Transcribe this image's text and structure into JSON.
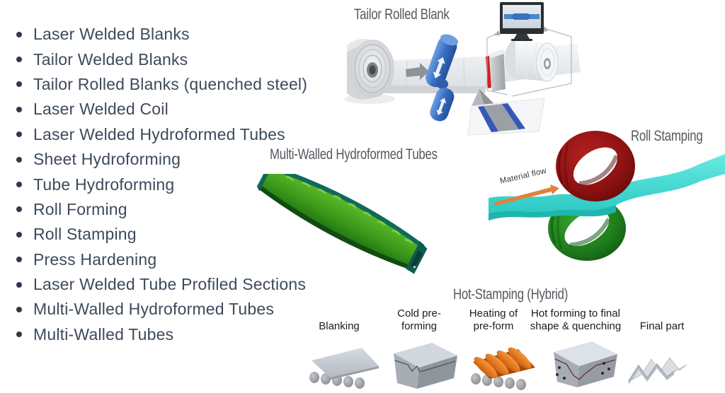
{
  "list": {
    "items": [
      "Laser Welded Blanks",
      "Tailor Welded Blanks",
      "Tailor Rolled Blanks (quenched steel)",
      "Laser Welded Coil",
      "Laser Welded Hydroformed Tubes",
      "Sheet  Hydroforming",
      "Tube Hydroforming",
      "Roll Forming",
      "Roll Stamping",
      "Press Hardening",
      "Laser Welded Tube Profiled Sections",
      "Multi-Walled Hydroformed Tubes",
      "Multi-Walled Tubes"
    ]
  },
  "illustrations": {
    "tailor_rolled_blank": {
      "title": "Tailor Rolled Blank"
    },
    "multi_walled_tubes": {
      "title": "Multi-Walled Hydroformed Tubes"
    },
    "roll_stamping": {
      "title": "Roll Stamping",
      "flow_label": "Material flow"
    },
    "hot_stamping": {
      "title": "Hot-Stamping (Hybrid)",
      "stages": [
        {
          "label": "Blanking"
        },
        {
          "label": "Cold pre-forming"
        },
        {
          "label": "Heating of pre-form"
        },
        {
          "label": "Hot forming to final shape & quenching"
        },
        {
          "label": "Final part"
        }
      ]
    }
  },
  "colors": {
    "list_text": "#3D4A5B",
    "title_text": "#54595F",
    "stage_label_text": "#1C1C1C",
    "roller_blue": "#3A6FC4",
    "laser_red": "#D22222",
    "sheet_cyan": "#3BD8D2",
    "ring_red": "#8E1212",
    "ring_green": "#1F7E1C",
    "beam_green": "#4FAE1E",
    "heat_orange": "#E87A1E",
    "flow_arrow_orange": "#E2813C",
    "steel_gray": "#C6CCD4"
  }
}
